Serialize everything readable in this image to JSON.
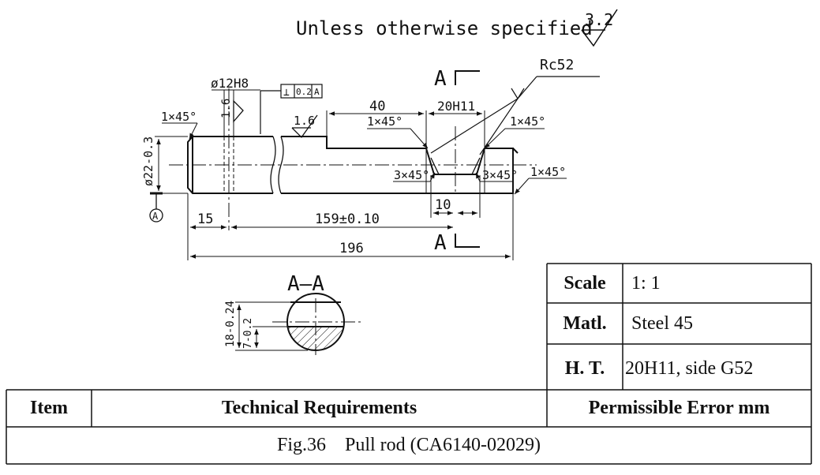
{
  "header": {
    "note": "Unless otherwise specified",
    "roughness": "3.2"
  },
  "dims": {
    "dia12": "ø12H8",
    "perp_sym": "⊥",
    "perp_val": "0.2",
    "perp_datum": "A",
    "rough_left": "1.6",
    "rough_mid": "1.6",
    "chamfer_left": "1×45°",
    "dia22": "ø22-0.3",
    "datum": "A",
    "d15": "15",
    "d159": "159±0.10",
    "d196": "196",
    "d40": "40",
    "d20h11": "20H11",
    "chamfer_a": "1×45°",
    "chamfer_b": "1×45°",
    "chamfer_c": "3×45°",
    "chamfer_d": "3×45°",
    "chamfer_e": "1×45°",
    "d10": "10",
    "hardness": "Rc52",
    "section_top": "A",
    "section_bottom": "A"
  },
  "section": {
    "title": "A—A",
    "d18": "18-0.24",
    "d7": "7-0.2"
  },
  "spec_table": {
    "rows": [
      {
        "label": "Scale",
        "value": "1: 1"
      },
      {
        "label": "Matl.",
        "value": "Steel 45"
      },
      {
        "label": "H. T.",
        "value": "20H11, side G52"
      }
    ]
  },
  "req_table": {
    "col_item": "Item",
    "col_req": "Technical Requirements",
    "col_err": "Permissible Error mm",
    "caption": "Fig.36    Pull rod (CA6140-02029)"
  }
}
